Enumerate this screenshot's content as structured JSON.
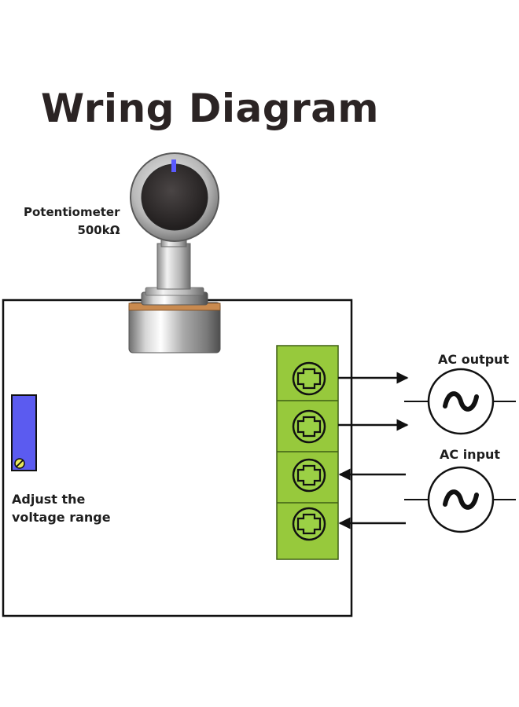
{
  "title": "Wring Diagram",
  "potentiometer": {
    "name": "Potentiometer",
    "value": "500kΩ"
  },
  "trimmer": {
    "label_line1": "Adjust the",
    "label_line2": "voltage range"
  },
  "ac_output": {
    "label": "AC output",
    "symbol": "~"
  },
  "ac_input": {
    "label": "AC input",
    "symbol": "~"
  },
  "terminal_block": {
    "screw_count": 4,
    "color": "#97c93c"
  },
  "colors": {
    "terminal_green": "#97c93c",
    "trimmer_blue": "#5b5bf0",
    "knob_indicator": "#5a5aff",
    "outline": "#111111"
  }
}
